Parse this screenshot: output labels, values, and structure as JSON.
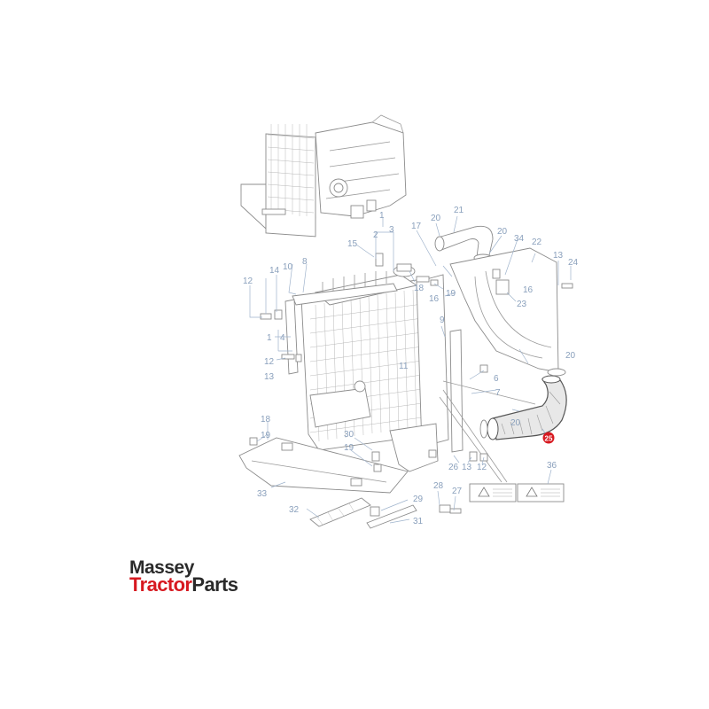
{
  "diagram": {
    "callouts": [
      "1",
      "2",
      "3",
      "15",
      "17",
      "20",
      "21",
      "20",
      "34",
      "22",
      "13",
      "24",
      "12",
      "14",
      "10",
      "8",
      "18",
      "19",
      "16",
      "16",
      "23",
      "9",
      "1",
      "4",
      "12",
      "13",
      "11",
      "6",
      "7",
      "20",
      "20",
      "18",
      "19",
      "30",
      "19",
      "26",
      "13",
      "12",
      "28",
      "27",
      "29",
      "36",
      "33",
      "32",
      "31"
    ],
    "highlighted_callout": "25",
    "highlight_color": "#d71920",
    "callout_color": "#8aa0bc",
    "line_color": "#9a9a9a"
  },
  "logo": {
    "line1": "Massey",
    "line2_red": "Tractor",
    "line2_dark": "Parts",
    "red": "#d71920",
    "dark": "#2a2a2a"
  }
}
